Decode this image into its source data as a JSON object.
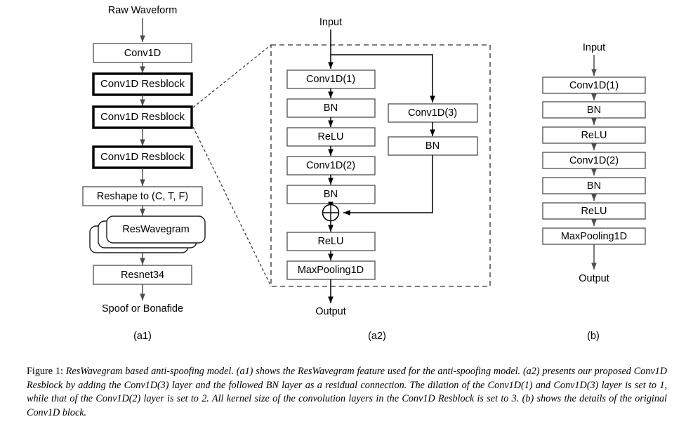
{
  "figure": {
    "caption_prefix": "Figure 1:",
    "caption_body": "ResWavegram based anti-spoofing model. (a1) shows the ResWavegram feature used for the anti-spoofing model. (a2) presents our proposed Conv1D Resblock by adding the Conv1D(3) layer and the followed BN layer as a residual connection. The dilation of the Conv1D(1) and Conv1D(3) layer is set to 1, while that of the Conv1D(2) layer is set to 2. All kernel size of the convolution layers in the Conv1D Resblock is set to 3. (b) shows the details of the original Conv1D block."
  },
  "panels": {
    "a1": {
      "label": "(a1)",
      "input_label": "Raw Waveform",
      "output_label": "Spoof or Bonafide",
      "nodes": [
        {
          "text": "Conv1D",
          "style": "thin"
        },
        {
          "text": "Conv1D Resblock",
          "style": "thick"
        },
        {
          "text": "Conv1D Resblock",
          "style": "thick"
        },
        {
          "text": "Conv1D Resblock",
          "style": "thick"
        },
        {
          "text": "Reshape to (C, T, F)",
          "style": "thin"
        },
        {
          "text": "ResWavegram",
          "style": "stacked-round"
        },
        {
          "text": "Resnet34",
          "style": "thin"
        }
      ]
    },
    "a2": {
      "label": "(a2)",
      "input_label": "Input",
      "output_label": "Output",
      "main_branch": [
        {
          "text": "Conv1D(1)"
        },
        {
          "text": "BN"
        },
        {
          "text": "ReLU"
        },
        {
          "text": "Conv1D(2)"
        },
        {
          "text": "BN"
        }
      ],
      "residual_branch": [
        {
          "text": "Conv1D(3)"
        },
        {
          "text": "BN"
        }
      ],
      "merge_symbol": "plus",
      "post_merge": [
        {
          "text": "ReLU"
        },
        {
          "text": "MaxPooling1D"
        }
      ]
    },
    "b": {
      "label": "(b)",
      "input_label": "Input",
      "output_label": "Output",
      "nodes": [
        {
          "text": "Conv1D(1)"
        },
        {
          "text": "BN"
        },
        {
          "text": "ReLU"
        },
        {
          "text": "Conv1D(2)"
        },
        {
          "text": "BN"
        },
        {
          "text": "ReLU"
        },
        {
          "text": "MaxPooling1D"
        }
      ]
    }
  },
  "colors": {
    "background": "#ffffff",
    "box_stroke": "#4d4d4d",
    "thick_stroke": "#000000",
    "line": "#4d4d4d",
    "dashed_frame": "#555555",
    "text": "#000000"
  }
}
